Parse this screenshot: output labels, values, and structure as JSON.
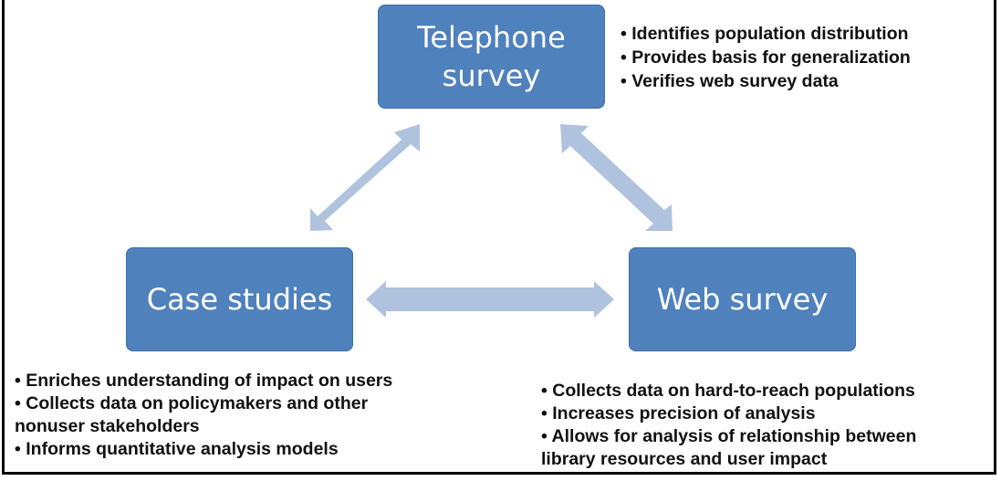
{
  "diagram": {
    "nodes": {
      "telephone": {
        "label_lines": [
          "Telephone",
          "survey"
        ]
      },
      "case": {
        "label": "Case studies"
      },
      "web": {
        "label": "Web survey"
      }
    },
    "bullets": {
      "telephone": [
        "• Identifies population distribution",
        "• Provides basis for generalization",
        "• Verifies web survey data"
      ],
      "case": [
        "• Enriches understanding of impact on users",
        "• Collects data on policymakers and other",
        "nonuser stakeholders",
        "• Informs quantitative analysis models"
      ],
      "web": [
        "• Collects data on hard-to-reach populations",
        "• Increases precision of analysis",
        "• Allows for analysis of relationship between",
        "library resources and user impact"
      ]
    },
    "edges": [
      {
        "from": "case",
        "to": "telephone",
        "type": "double-arrow"
      },
      {
        "from": "telephone",
        "to": "web",
        "type": "double-arrow"
      },
      {
        "from": "case",
        "to": "web",
        "type": "double-arrow"
      }
    ],
    "colors": {
      "node_fill": "#4f81bd",
      "arrow_fill": "#b0c3de",
      "node_text": "#ffffff",
      "bullet_text": "#111111",
      "frame": "#000000"
    }
  }
}
